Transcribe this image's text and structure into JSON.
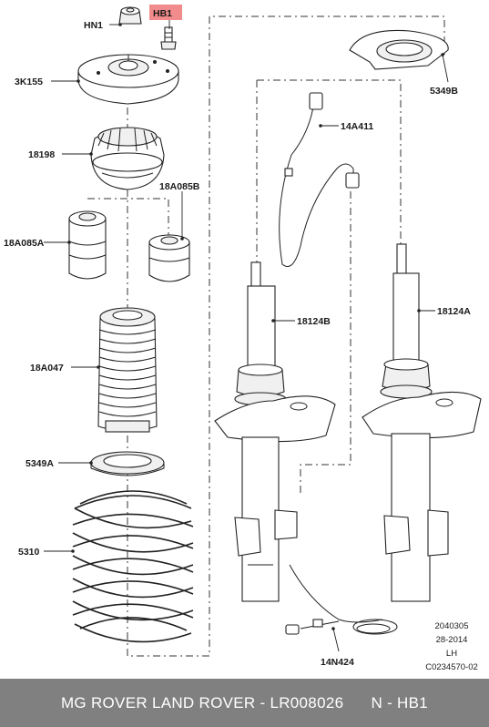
{
  "callouts": {
    "hn1": "HN1",
    "hb1": "HB1",
    "k155": "3K155",
    "p5349b": "5349B",
    "a14411": "14A411",
    "p18198": "18198",
    "a085b": "18A085B",
    "a085a": "18A085A",
    "a124b": "18124B",
    "a124a": "18124A",
    "a047": "18A047",
    "p5349a": "5349A",
    "p5310": "5310",
    "n424": "14N424"
  },
  "meta": {
    "line1": "2040305",
    "line2": "28-2014",
    "line3": "LH",
    "line4": "C0234570-02"
  },
  "highlight_color": "#f28b8b",
  "footer": {
    "text": "MG ROVER LAND ROVER - LR008026      N - HB1"
  }
}
